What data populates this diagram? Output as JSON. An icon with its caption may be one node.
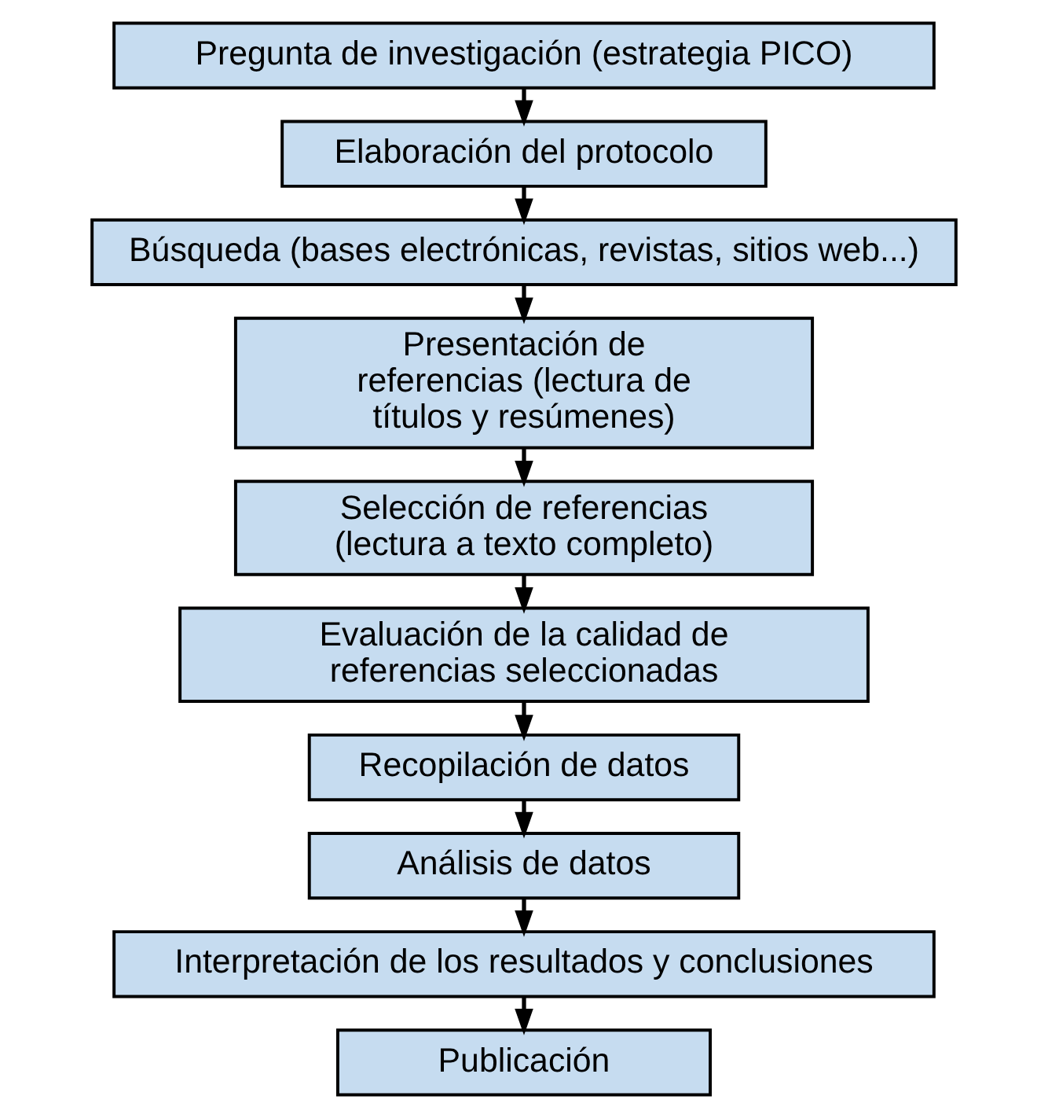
{
  "diagram": {
    "nodes": [
      {
        "text": [
          "Pregunta de investigación (estrategia PICO)"
        ]
      },
      {
        "text": [
          "Elaboración del protocolo"
        ]
      },
      {
        "text": [
          "Búsqueda (bases electrónicas, revistas, sitios web...)"
        ]
      },
      {
        "text": [
          "Presentación de referencias (lectura de títulos y resúmenes)"
        ]
      },
      {
        "text": [
          "Selección de referencias (lectura a texto completo)"
        ]
      },
      {
        "text": [
          "Evaluación de la calidad de referencias seleccionadas"
        ]
      },
      {
        "text": [
          "Recopilación de datos"
        ]
      },
      {
        "text": [
          "Análisis de datos"
        ]
      },
      {
        "text": [
          "Interpretación de los resultados y conclusiones"
        ]
      },
      {
        "text": [
          "Publicación"
        ]
      }
    ],
    "edges": [
      {
        "from": 0,
        "to": 1,
        "arrow": "to"
      },
      {
        "from": 1,
        "to": 2,
        "arrow": "to"
      },
      {
        "from": 2,
        "to": 3,
        "arrow": "to"
      },
      {
        "from": 3,
        "to": 4,
        "arrow": "to"
      },
      {
        "from": 4,
        "to": 5,
        "arrow": "to"
      },
      {
        "from": 5,
        "to": 6,
        "arrow": "to"
      },
      {
        "from": 6,
        "to": 7,
        "arrow": "to"
      },
      {
        "from": 7,
        "to": 8,
        "arrow": "to"
      },
      {
        "from": 8,
        "to": 9,
        "arrow": "to"
      }
    ]
  }
}
